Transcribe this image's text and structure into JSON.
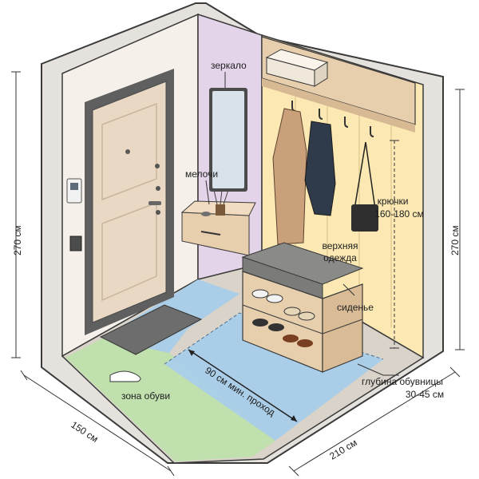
{
  "labels": {
    "mirror": "зеркало",
    "small_items": "мелочи",
    "hooks_line1": "крючки",
    "hooks_line2": "160-180 см",
    "outerwear_line1": "верхняя",
    "outerwear_line2": "одежда",
    "seat": "сиденье",
    "shoe_depth_line1": "глубина обувницы",
    "shoe_depth_line2": "30-45 см",
    "shoe_zone": "зона обуви",
    "passage": "90 см мин. проход"
  },
  "dimensions": {
    "height_left": "270 см",
    "height_right": "270 см",
    "width_front": "150 см",
    "depth_right": "210 см"
  },
  "colors": {
    "left_wall": "#f5f0ea",
    "back_wall": "#e4d4ea",
    "right_wall": "#fbe8b3",
    "floor": "#d9d3c9",
    "floor_blue": "#a9cdea",
    "floor_green": "#bfe0ad",
    "wood": "#e7cfae",
    "bench_cushion": "#8a8a88",
    "door": "#e9d8c3",
    "door_frame": "#5f5f5f"
  }
}
